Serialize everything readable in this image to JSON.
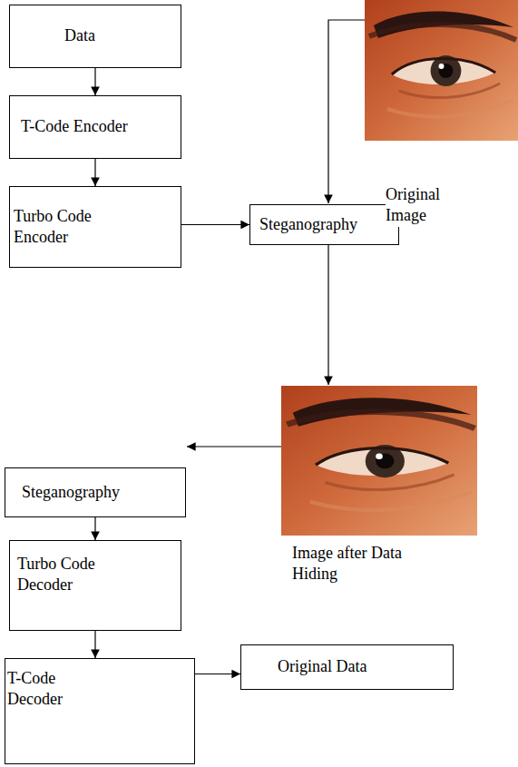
{
  "diagram": {
    "nodes": [
      {
        "text": [
          "Data"
        ]
      },
      {
        "text": [
          "T-Code Encoder"
        ]
      },
      {
        "text": [
          "Turbo Code Encoder"
        ]
      },
      {
        "text": [
          "Steganography"
        ]
      },
      {
        "text": [
          "Steganography"
        ]
      },
      {
        "text": [
          "Turbo Code Decoder"
        ]
      },
      {
        "text": [
          "T-Code Decoder"
        ]
      },
      {
        "text": [
          "Original Data"
        ]
      }
    ],
    "edges": [
      {
        "from": 0,
        "to": 1,
        "arrow": "to"
      },
      {
        "from": 1,
        "to": 2,
        "arrow": "to"
      },
      {
        "from": 2,
        "to": 3,
        "arrow": "to"
      },
      {
        "from": 4,
        "to": 5,
        "arrow": "to"
      },
      {
        "from": 5,
        "to": 6,
        "arrow": "to"
      },
      {
        "from": 6,
        "to": 7,
        "arrow": "to"
      }
    ],
    "labels": [
      "Original Image",
      "Image after Data Hiding"
    ]
  }
}
